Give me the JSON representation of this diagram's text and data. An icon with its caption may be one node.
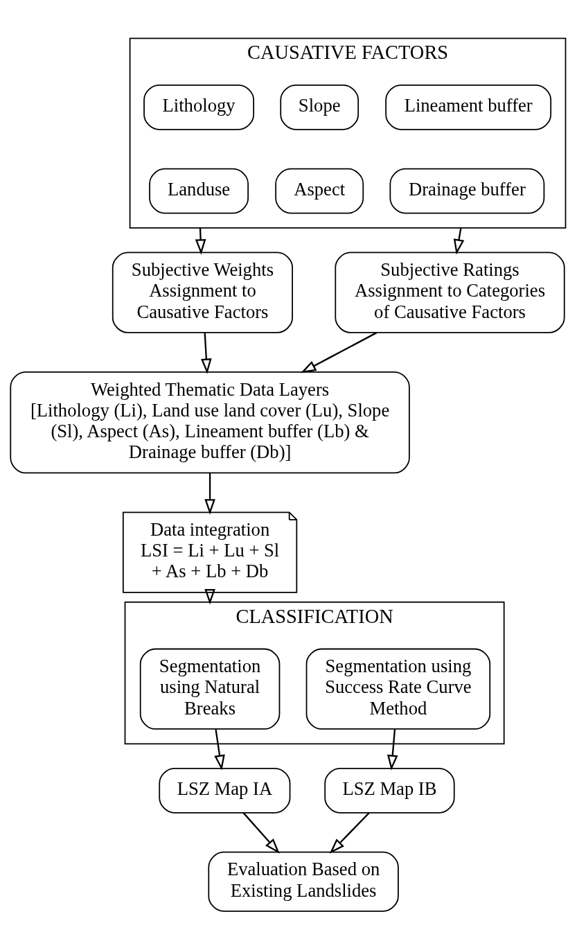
{
  "diagram": {
    "nodes": [
      {
        "text": [
          "CAUSATIVE FACTORS"
        ]
      },
      {
        "text": [
          "Lithology"
        ],
        "in": 0
      },
      {
        "text": [
          "Slope"
        ],
        "in": 0
      },
      {
        "text": [
          "Lineament buffer"
        ],
        "in": 0
      },
      {
        "text": [
          "Landuse"
        ],
        "in": 0
      },
      {
        "text": [
          "Aspect"
        ],
        "in": 0
      },
      {
        "text": [
          "Drainage buffer"
        ],
        "in": 0
      },
      {
        "text": [
          "Subjective Weights Assignment to Causative Factors"
        ]
      },
      {
        "text": [
          "Subjective Ratings Assignment to Categories of Causative Factors"
        ]
      },
      {
        "text": [
          "Weighted Thematic Data Layers",
          "[Lithology (Li), Land use land cover (Lu), Slope (Sl), Aspect (As), Lineament buffer (Lb) & Drainage buffer (Db)]"
        ]
      },
      {
        "text": [
          "Data integration",
          "LSI = Li + Lu + Sl + As + Lb + Db"
        ]
      },
      {
        "text": [
          "CLASSIFICATION"
        ]
      },
      {
        "text": [
          "Segmentation using Natural Breaks"
        ],
        "in": 11
      },
      {
        "text": [
          "Segmentation using Success Rate Curve Method"
        ],
        "in": 11
      },
      {
        "text": [
          "LSZ Map IA"
        ]
      },
      {
        "text": [
          "LSZ Map IB"
        ]
      },
      {
        "text": [
          "Evaluation Based on Existing Landslides"
        ]
      }
    ],
    "edges": [
      {
        "from": 0,
        "to": 7,
        "arrow": "to"
      },
      {
        "from": 0,
        "to": 8,
        "arrow": "to"
      },
      {
        "from": 7,
        "to": 9,
        "arrow": "to"
      },
      {
        "from": 8,
        "to": 9,
        "arrow": "to"
      },
      {
        "from": 9,
        "to": 10,
        "arrow": "to"
      },
      {
        "from": 10,
        "to": 11,
        "arrow": "to"
      },
      {
        "from": 12,
        "to": 14,
        "arrow": "to"
      },
      {
        "from": 13,
        "to": 15,
        "arrow": "to"
      },
      {
        "from": 14,
        "to": 16,
        "arrow": "to"
      },
      {
        "from": 15,
        "to": 16,
        "arrow": "to"
      }
    ]
  }
}
